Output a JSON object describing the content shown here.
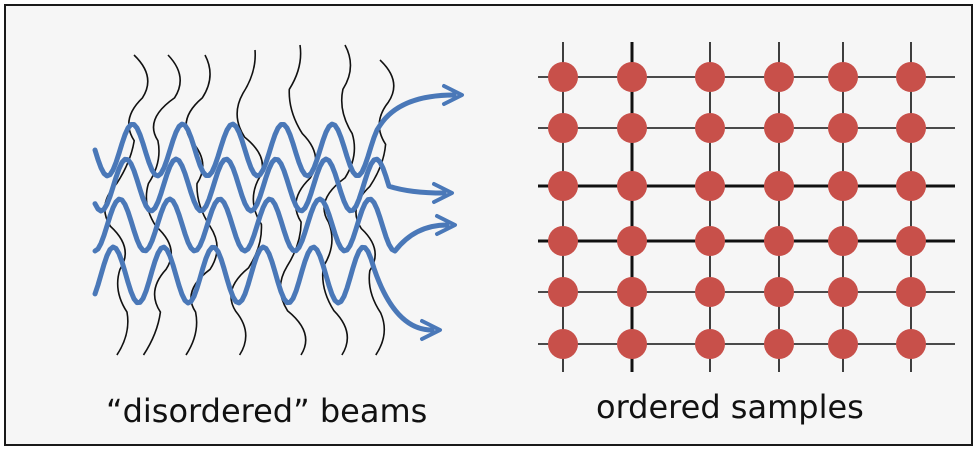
{
  "panels": {
    "left": {
      "caption": "“disordered” beams",
      "wave_color": "#4a78b8",
      "line_color": "#111111",
      "arrow_count": 4
    },
    "right": {
      "caption": "ordered samples",
      "dot_color": "#c8504a",
      "grid_color": "#111111",
      "rows": 6,
      "cols": 6
    }
  }
}
